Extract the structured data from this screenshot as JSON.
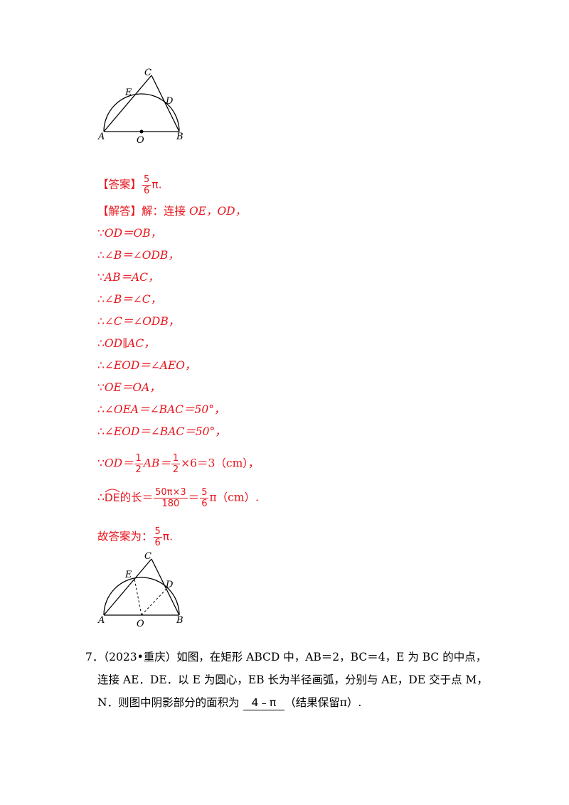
{
  "figure1": {
    "labels": {
      "C": "C",
      "E": "E",
      "D": "D",
      "A": "A",
      "O": "O",
      "B": "B"
    }
  },
  "answer": {
    "tag": "【答案】",
    "frac": {
      "num": "5",
      "den": "6"
    },
    "suffix": "π."
  },
  "solution": {
    "tag": "【解答】",
    "intro": "解：连接 ",
    "intro_vars": "OE，OD，",
    "steps": [
      {
        "sym": "∵",
        "text": "OD＝OB，"
      },
      {
        "sym": "∴",
        "text": "∠B＝∠ODB，"
      },
      {
        "sym": "∵",
        "text": "AB＝AC，"
      },
      {
        "sym": "∴",
        "text": "∠B＝∠C，"
      },
      {
        "sym": "∴",
        "text": "∠C＝∠ODB，"
      },
      {
        "sym": "∴",
        "text": "OD∥AC，"
      },
      {
        "sym": "∴",
        "text": "∠EOD＝∠AEO，"
      },
      {
        "sym": "∵",
        "text": "OE＝OA，"
      },
      {
        "sym": "∴",
        "text": "∠OEA＝∠BAC＝50°，"
      },
      {
        "sym": "∴",
        "text": "∠EOD＝∠BAC＝50°，"
      }
    ],
    "od_line": {
      "sym": "∵",
      "lhs": "OD＝",
      "frac1": {
        "num": "1",
        "den": "2"
      },
      "mid": "AB＝",
      "frac2": {
        "num": "1",
        "den": "2"
      },
      "rhs": "×6＝3（cm），"
    },
    "arc_line": {
      "sym": "∴",
      "arc": "DE",
      "text": "的长＝",
      "frac1": {
        "num": "50π×3",
        "den": "180"
      },
      "eq": "＝",
      "frac2": {
        "num": "5",
        "den": "6"
      },
      "rhs": "π（cm）."
    },
    "final": {
      "text": "故答案为：",
      "frac": {
        "num": "5",
        "den": "6"
      },
      "suffix": "π."
    }
  },
  "figure2": {
    "labels": {
      "C": "C",
      "E": "E",
      "D": "D",
      "A": "A",
      "O": "O",
      "B": "B"
    }
  },
  "question": {
    "number": "7．",
    "line1": "（2023•重庆）如图，在矩形 ABCD 中，AB＝2，BC＝4，E 为 BC 的中点，",
    "line2": "连接 AE．DE．以 E 为圆心，EB 长为半径画弧，分别与 AE，DE 交于点 M，",
    "line3_pre": "N．则图中阴影部分的面积为 ",
    "blank": "4﹣π",
    "line3_post": "（结果保留π）."
  }
}
